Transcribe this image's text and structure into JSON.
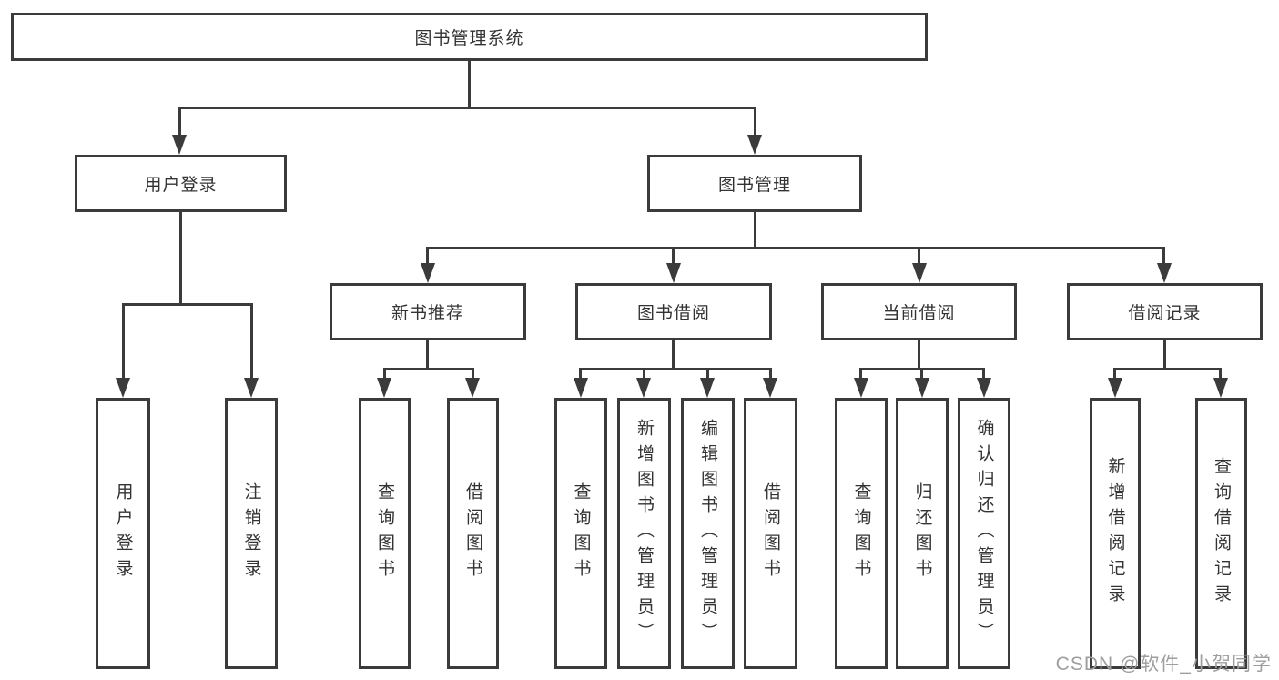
{
  "tree": {
    "root": "图书管理系统",
    "children": [
      {
        "label": "用户登录",
        "leaves": [
          "用户登录",
          "注销登录"
        ]
      },
      {
        "label": "图书管理",
        "children": [
          {
            "label": "新书推荐",
            "leaves": [
              "查询图书",
              "借阅图书"
            ]
          },
          {
            "label": "图书借阅",
            "leaves": [
              "查询图书",
              "新增图书（管理员）",
              "编辑图书（管理员）",
              "借阅图书"
            ]
          },
          {
            "label": "当前借阅",
            "leaves": [
              "查询图书",
              "归还图书",
              "确认归还（管理员）"
            ]
          },
          {
            "label": "借阅记录",
            "leaves": [
              "新增借阅记录",
              "查询借阅记录"
            ]
          }
        ]
      }
    ]
  },
  "watermark": "CSDN @软件_小贺同学",
  "colors": {
    "line": "#3b3b3b",
    "text": "#333333",
    "box_fill": "#ffffff",
    "watermark": "#9e9e9e",
    "background": "#ffffff"
  }
}
